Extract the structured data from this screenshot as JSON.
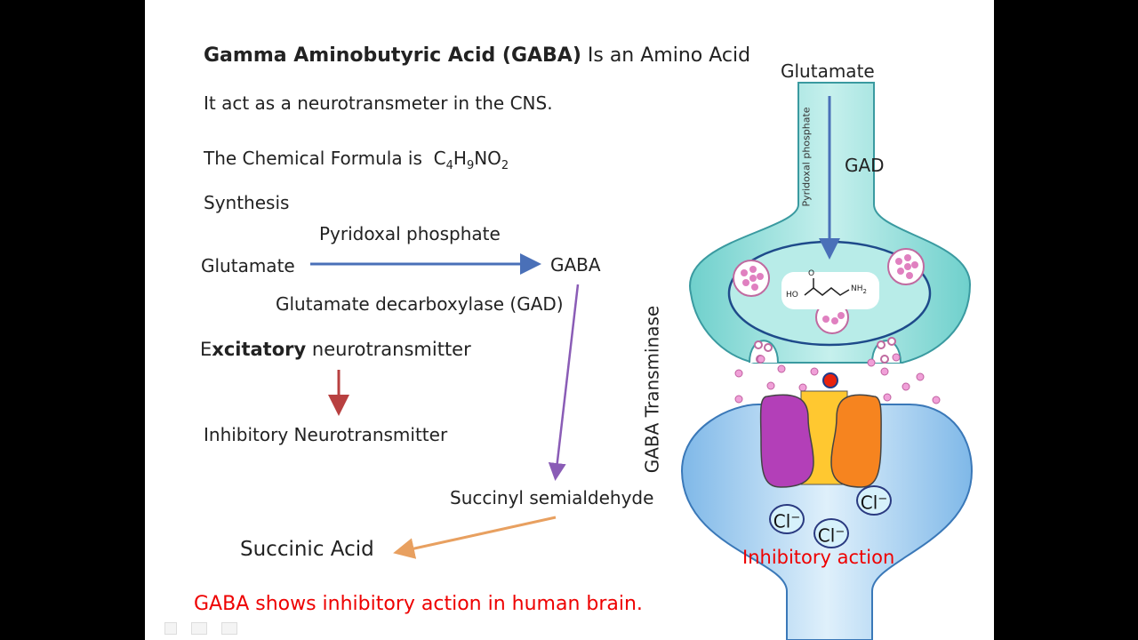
{
  "title": {
    "bold": "Gamma Aminobutyric Acid (GABA)",
    "rest": " Is an Amino Acid"
  },
  "line_cns": "It act as a neurotransmeter in the CNS.",
  "formula": {
    "label": "The Chemical Formula is",
    "c": "C",
    "c_sub": "4",
    "h": "H",
    "h_sub": "9",
    "no": "NO",
    "no_sub": "2"
  },
  "synthesis": "Synthesis",
  "pathway": {
    "glutamate": "Glutamate",
    "cofactor": "Pyridoxal phosphate",
    "gaba": "GABA",
    "enzyme": "Glutamate decarboxylase (GAD)",
    "transaminase": "GABA Transminase",
    "succinyl": "Succinyl semialdehyde",
    "succinic": "Succinic Acid"
  },
  "excitatory": {
    "e": "E",
    "x": "x",
    "bold": "citatory",
    "rest": " neurotransmitter"
  },
  "inhibitory_nt": "Inhibitory Neurotransmitter",
  "conclusion": "GABA shows inhibitory  action in human brain.",
  "synapse": {
    "glutamate": "Glutamate",
    "cofactor": "Pyridoxal phosphate",
    "gad": "GAD",
    "chloride": "Cl",
    "charge": "−",
    "action": "Inhibitory  action",
    "molecule_ho": "HO",
    "molecule_o": "O",
    "molecule_nh2": "NH",
    "molecule_nh2_sub": "2"
  },
  "colors": {
    "arrow_blue": "#4a70b8",
    "arrow_purple": "#8a5cb6",
    "arrow_red": "#b84040",
    "arrow_orange": "#e8a060",
    "highlight_red": "#ee0000"
  }
}
